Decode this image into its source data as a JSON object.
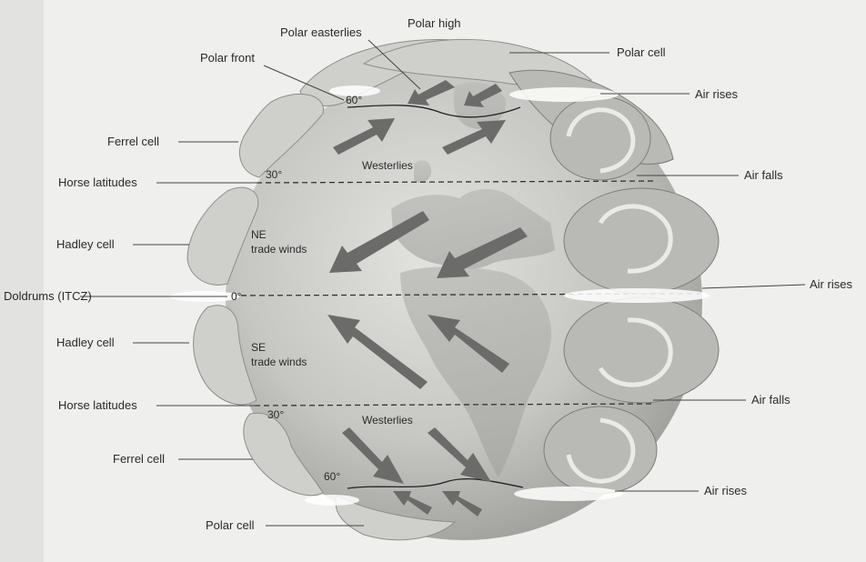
{
  "labels": {
    "polar_high": "Polar high",
    "polar_easterlies": "Polar easterlies",
    "polar_front": "Polar front",
    "polar_cell_top": "Polar cell",
    "air_rises_top": "Air rises",
    "ferrel_cell_top": "Ferrel cell",
    "westerlies_north": "Westerlies",
    "air_falls_north": "Air falls",
    "horse_latitudes_north": "Horse latitudes",
    "hadley_cell_north": "Hadley cell",
    "ne_trade_line1": "NE",
    "ne_trade_line2": "trade winds",
    "doldrums": "Doldrums (ITCZ)",
    "air_rises_equator": "Air rises",
    "hadley_cell_south": "Hadley cell",
    "se_trade_line1": "SE",
    "se_trade_line2": "trade winds",
    "horse_latitudes_south": "Horse latitudes",
    "air_falls_south": "Air falls",
    "westerlies_south": "Westerlies",
    "ferrel_cell_bottom": "Ferrel cell",
    "air_rises_bottom": "Air rises",
    "polar_cell_bottom": "Polar cell"
  },
  "degrees": {
    "north_60": "60°",
    "north_30": "30°",
    "equator": "0°",
    "south_30": "30°",
    "south_60": "60°"
  },
  "colors": {
    "background": "#efefed",
    "globe": "#c9c9c6",
    "cell": "#cfcfcc",
    "arrow": "#6b6b69"
  }
}
